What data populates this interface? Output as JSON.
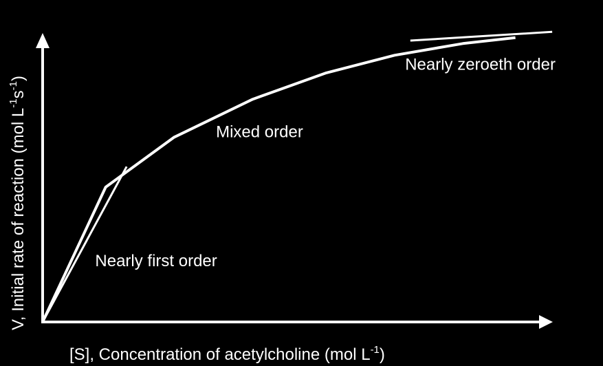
{
  "chart_data": {
    "type": "line",
    "title": "",
    "xlabel": "[S], Concentration of acetylcholine (mol L",
    "xlabel_sup": "-1",
    "xlabel_tail": ")",
    "ylabel": "V, Initial rate of reaction (mol L",
    "ylabel_sup1": "-1",
    "ylabel_mid": "s",
    "ylabel_sup2": "-1",
    "ylabel_tail": ")",
    "xlim": [
      0,
      1
    ],
    "ylim": [
      0,
      1
    ],
    "grid": false,
    "ticks": false,
    "colors": {
      "background": "#000000",
      "foreground": "#ffffff"
    },
    "series": [
      {
        "x": [
          0,
          0.12,
          0.25,
          0.4,
          0.54,
          0.67,
          0.8,
          0.9
        ],
        "y": [
          0,
          0.46,
          0.63,
          0.76,
          0.85,
          0.91,
          0.95,
          0.97
        ]
      }
    ],
    "tangents": [
      {
        "x": [
          0,
          0.16
        ],
        "y": [
          0,
          0.53
        ]
      },
      {
        "x": [
          0.7,
          0.97
        ],
        "y": [
          0.96,
          0.99
        ]
      }
    ],
    "annotations": [
      {
        "text": "Nearly first order",
        "x": 0.1,
        "y": 0.19
      },
      {
        "text": "Mixed order",
        "x": 0.33,
        "y": 0.63
      },
      {
        "text": "Nearly zeroeth order",
        "x": 0.69,
        "y": 0.86
      }
    ]
  }
}
